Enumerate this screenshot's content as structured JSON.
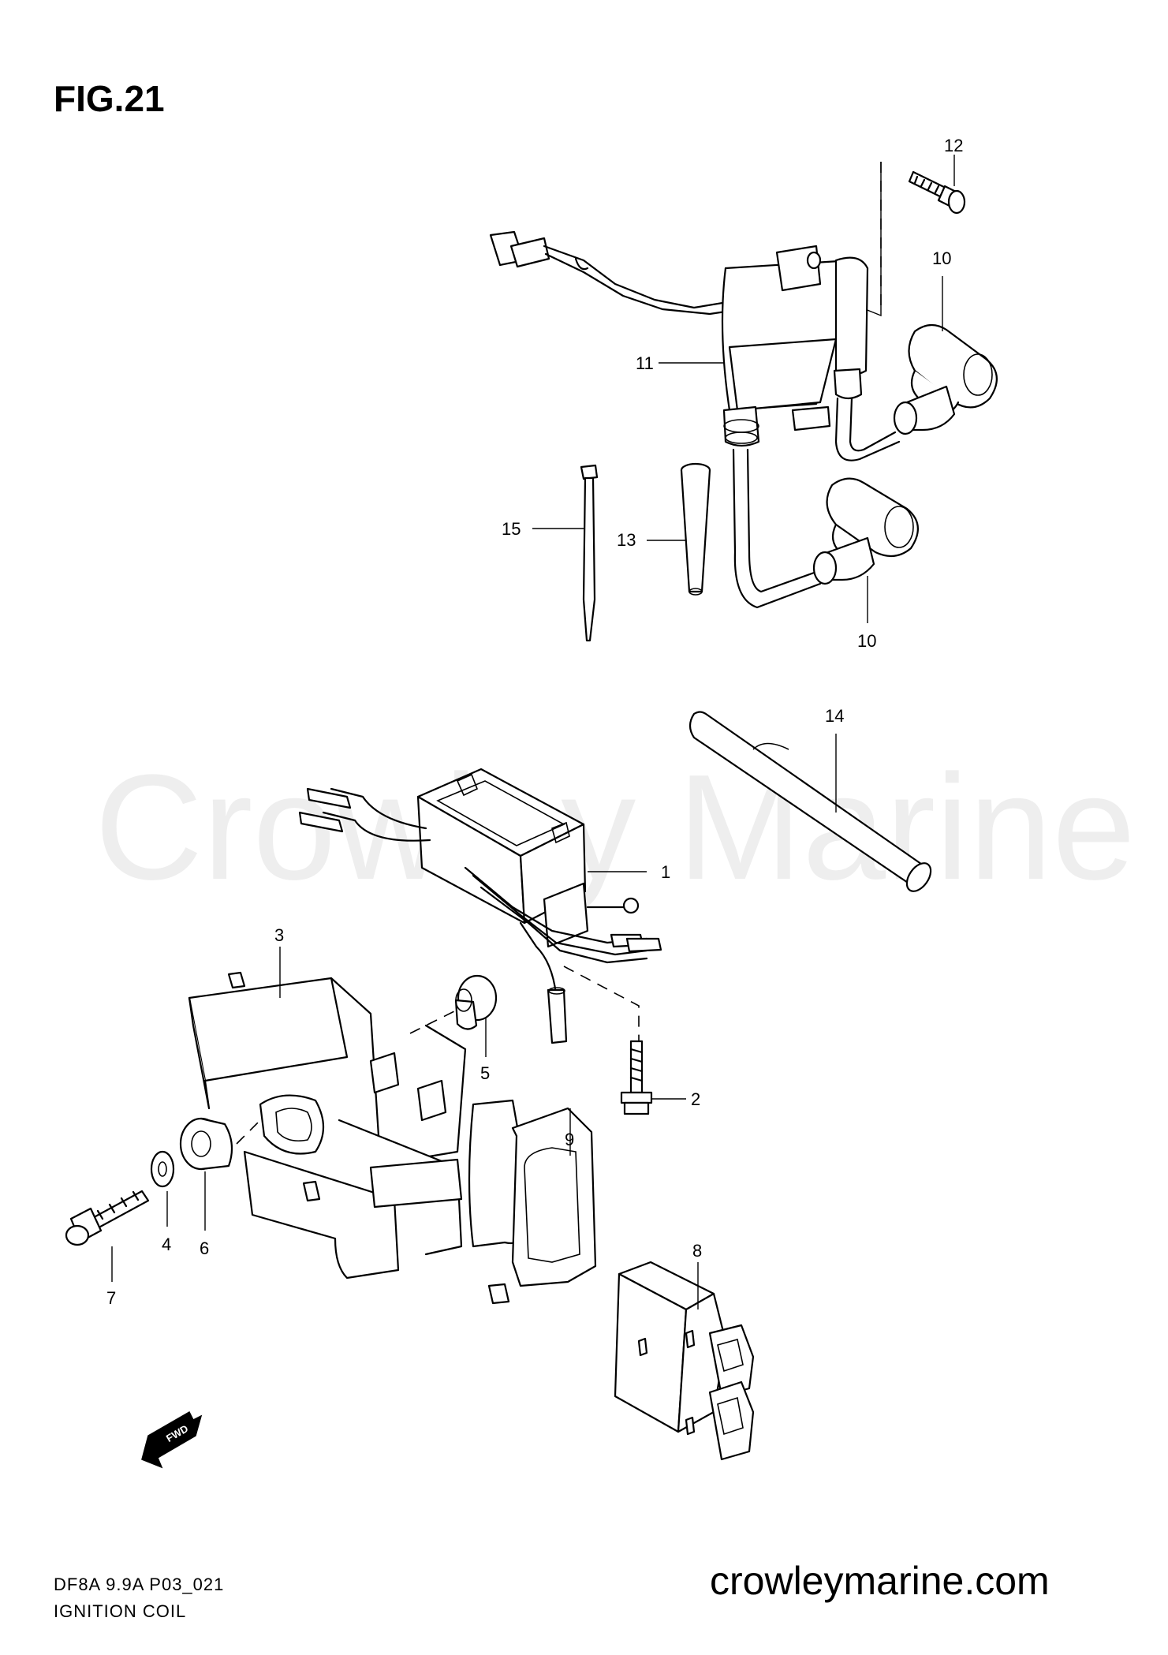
{
  "header": {
    "figure_label": "FIG.21"
  },
  "watermark": {
    "text": "Crowley Marine"
  },
  "footer": {
    "model_code": "DF8A 9.9A P03_021",
    "section_title": "IGNITION COIL",
    "website": "crowleymarine.com"
  },
  "direction_marker": {
    "text": "FWD"
  },
  "callouts": [
    "12",
    "10",
    "11",
    "15",
    "13",
    "10",
    "14",
    "1",
    "3",
    "5",
    "2",
    "9",
    "7",
    "4",
    "6",
    "8"
  ]
}
